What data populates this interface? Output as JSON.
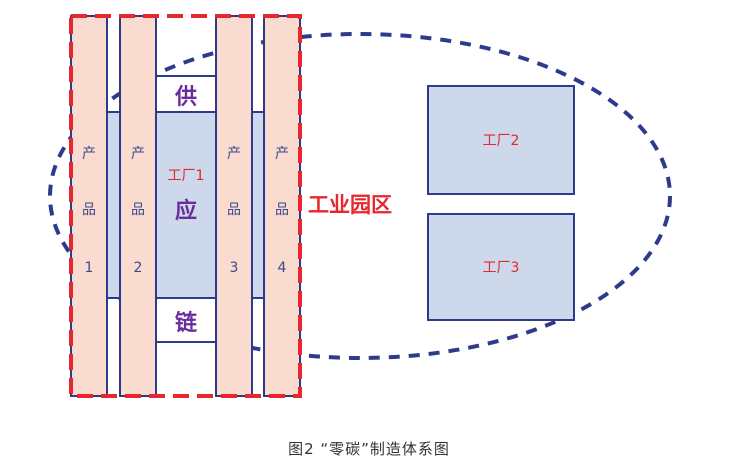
{
  "diagram": {
    "products": [
      {
        "top": "产",
        "mid": "品",
        "num": "1"
      },
      {
        "top": "产",
        "mid": "品",
        "num": "2"
      },
      {
        "top": "产",
        "mid": "品",
        "num": "3"
      },
      {
        "top": "产",
        "mid": "品",
        "num": "4"
      }
    ],
    "supply_chain": {
      "top": "供",
      "mid": "应",
      "bottom": "链"
    },
    "factory1": "工厂1",
    "factory2": "工厂2",
    "factory3": "工厂3",
    "industrial_park": "工业园区"
  },
  "caption": "图2 “零碳”制造体系图",
  "colors": {
    "blue": "#2e3a8c",
    "red": "#e8262d",
    "product_fill": "#fadbd0",
    "box_fill": "#cdd8ea",
    "purple": "#6a2e9c"
  }
}
